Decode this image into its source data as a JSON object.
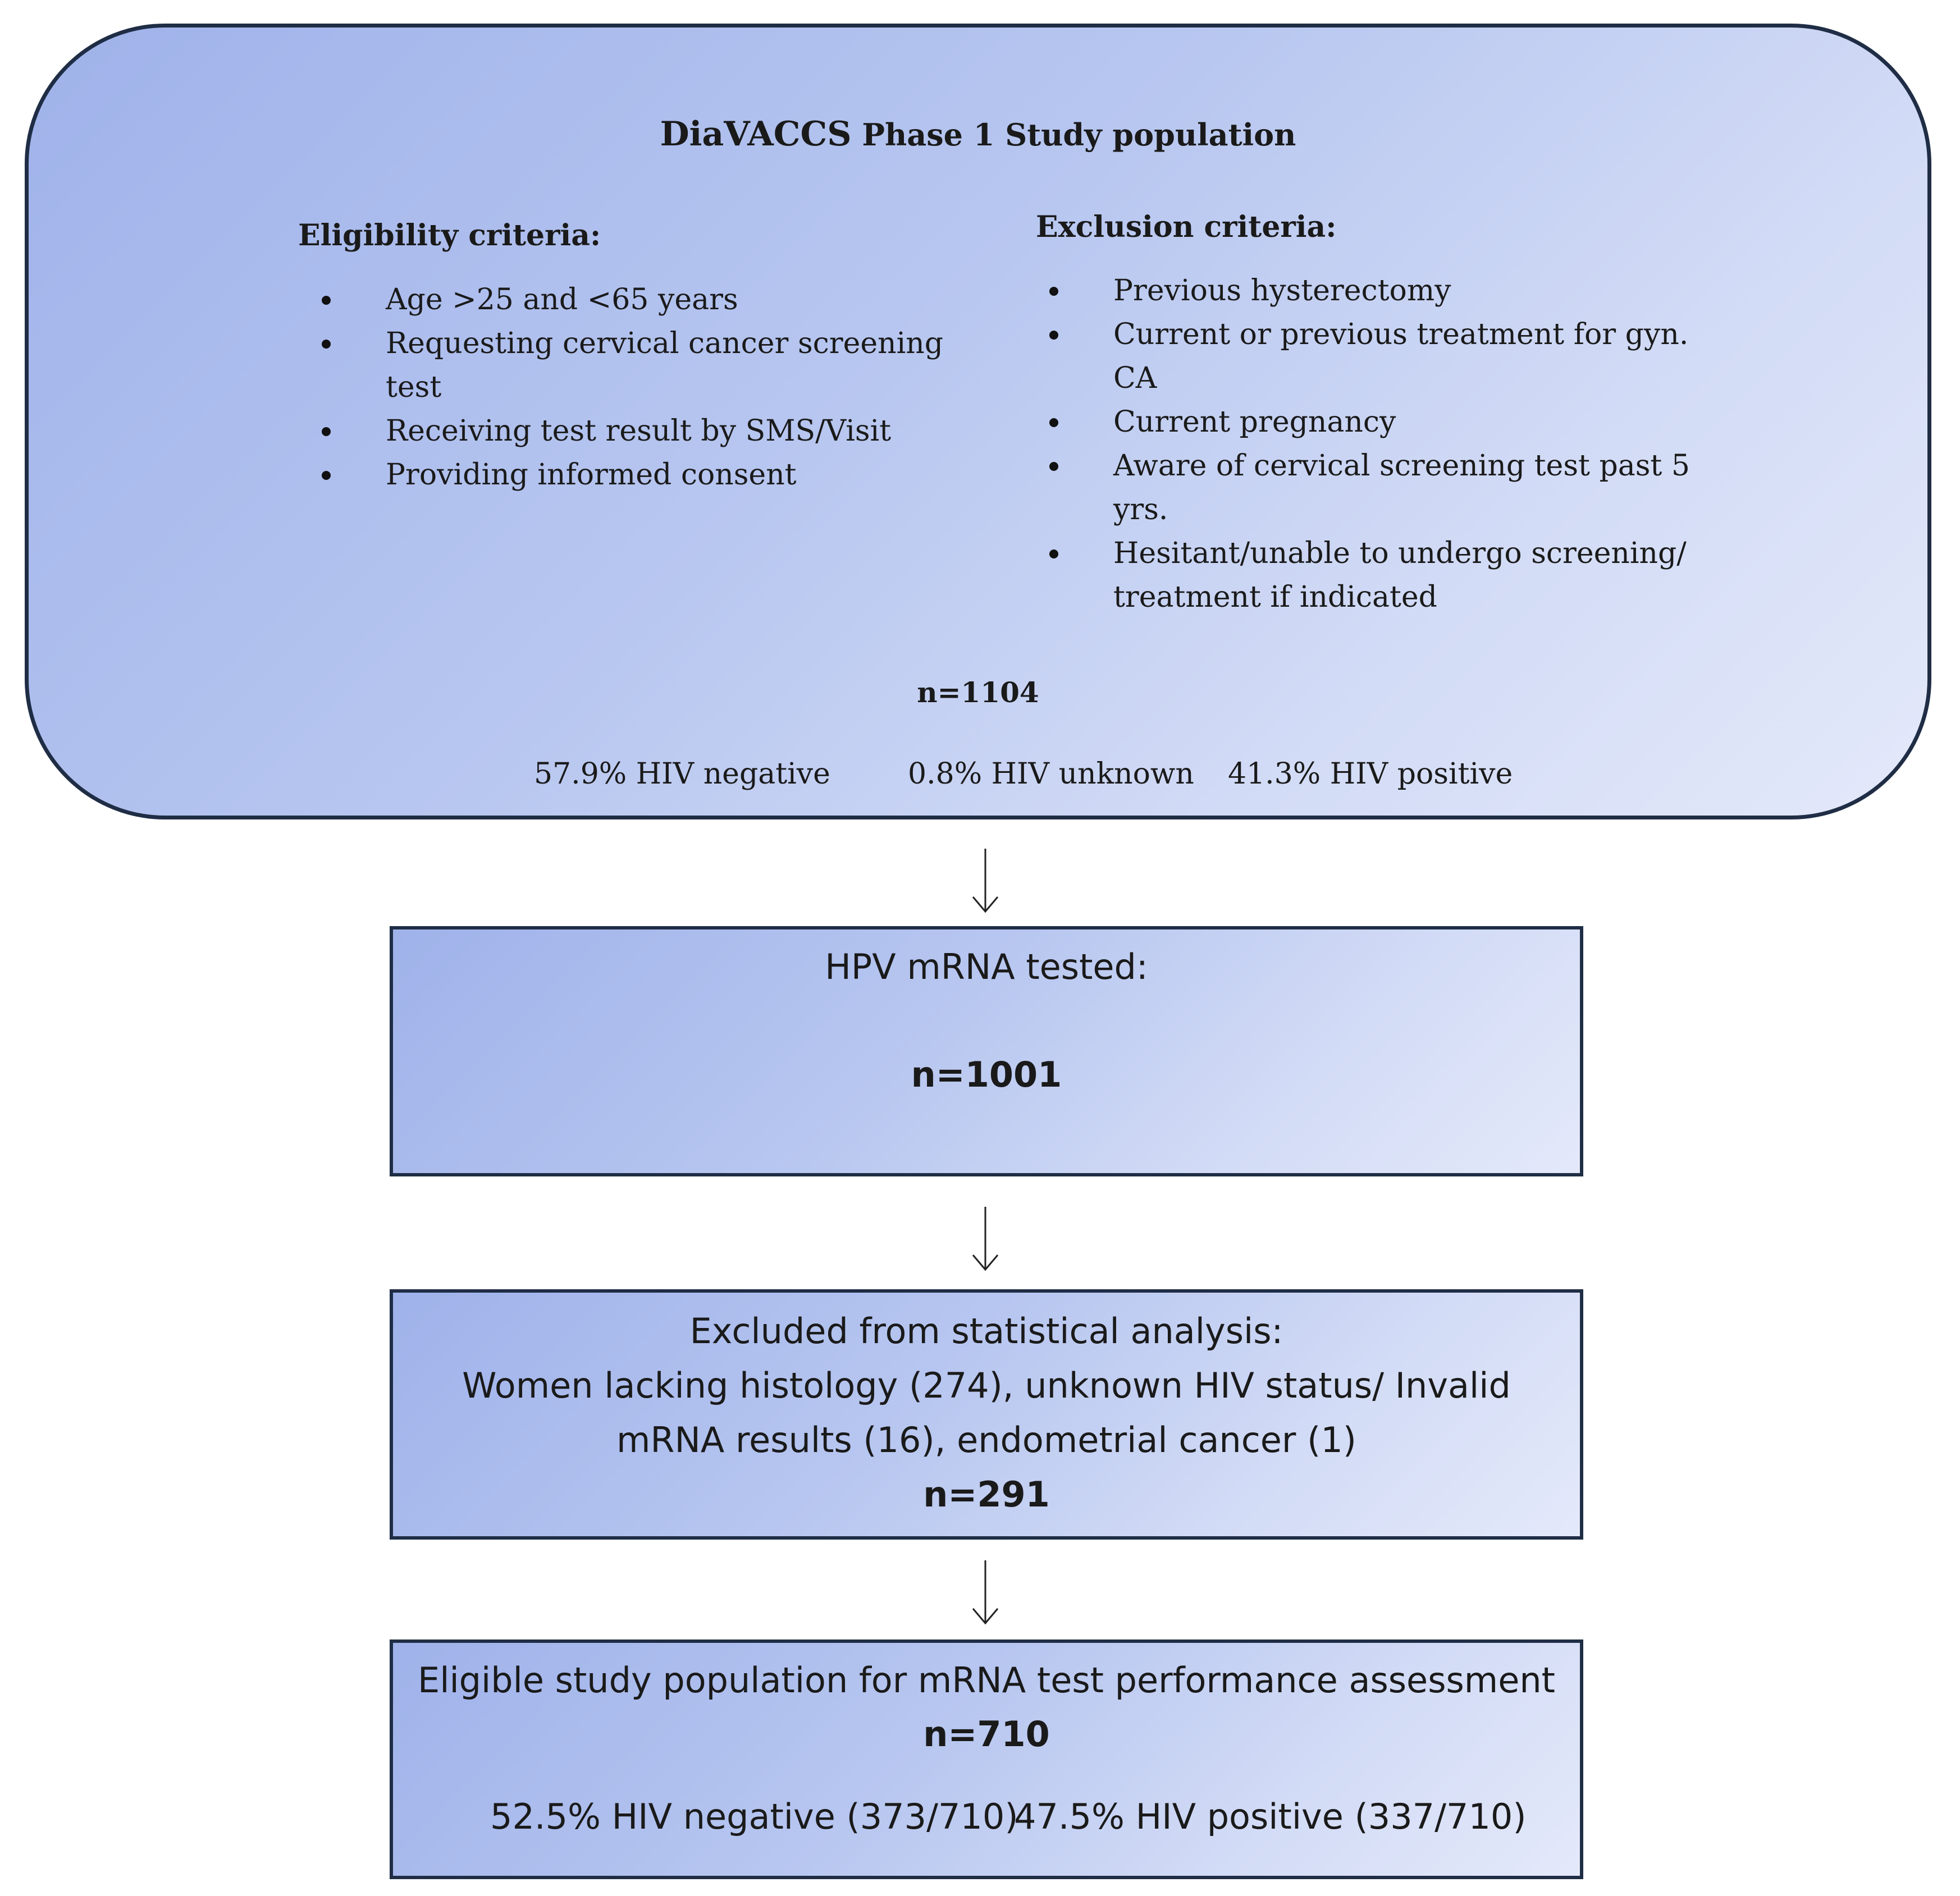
{
  "study_population": {
    "title_prefix": "DiaVACCS",
    "title_suffix": " Phase 1 Study population",
    "eligibility_heading": "Eligibility criteria:",
    "eligibility_items": [
      "Age >25 and <65 years",
      "Requesting cervical cancer screening",
      "test",
      "Receiving test result by SMS/Visit",
      "Providing informed consent"
    ],
    "exclusion_heading": "Exclusion criteria:",
    "exclusion_items": [
      "Previous hysterectomy",
      "Current or previous treatment for gyn.",
      "CA",
      "Current pregnancy",
      "Aware of cervical screening test past 5",
      "yrs.",
      "Hesitant/unable to undergo screening/",
      "treatment if indicated"
    ],
    "n": "n=1104",
    "hiv_negative": "57.9% HIV negative",
    "hiv_unknown": "0.8% HIV unknown",
    "hiv_positive": "41.3% HIV positive"
  },
  "hpv_tested": {
    "title": "HPV mRNA tested:",
    "n": "n=1001"
  },
  "excluded": {
    "title": "Excluded from statistical analysis:",
    "line1": "Women lacking histology (274), unknown HIV status/ Invalid",
    "line2": "mRNA results (16), endometrial cancer (1)",
    "n": "n=291"
  },
  "eligible": {
    "title": "Eligible study population for mRNA test performance assessment",
    "n": "n=710",
    "hiv_negative": "52.5% HIV negative (373/710)",
    "hiv_positive": "47.5% HIV positive (337/710)"
  }
}
